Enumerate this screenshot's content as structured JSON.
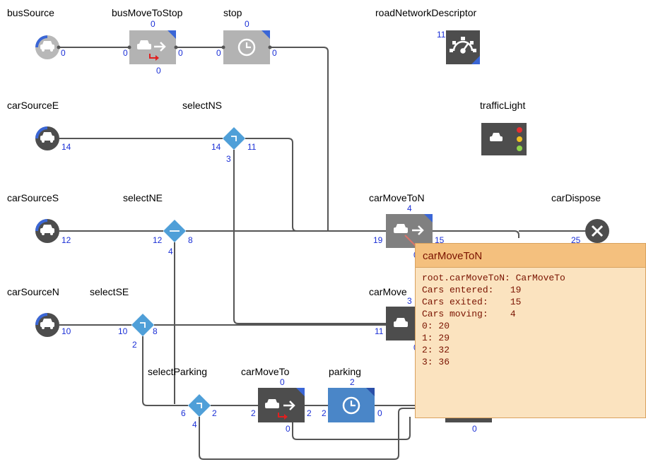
{
  "blocks": {
    "busSource": {
      "label": "busSource",
      "out": "0"
    },
    "busMoveToStop": {
      "label": "busMoveToStop",
      "top": "0",
      "in": "0",
      "out": "0",
      "bottom": "0"
    },
    "stop": {
      "label": "stop",
      "top": "0",
      "in": "0",
      "out": "0"
    },
    "roadNetworkDescriptor": {
      "label": "roadNetworkDescriptor",
      "count": "11"
    },
    "carSourceE": {
      "label": "carSourceE",
      "out": "14"
    },
    "selectNS": {
      "label": "selectNS",
      "in": "14",
      "right": "11",
      "bottom": "3"
    },
    "trafficLight": {
      "label": "trafficLight"
    },
    "carSourceS": {
      "label": "carSourceS",
      "out": "12"
    },
    "selectNE": {
      "label": "selectNE",
      "in": "12",
      "right": "8",
      "bottom": "4"
    },
    "carMoveToN": {
      "label": "carMoveToN",
      "top": "4",
      "in": "19",
      "out": "15",
      "bottom": "0"
    },
    "carDispose": {
      "label": "carDispose",
      "in": "25"
    },
    "carSourceN": {
      "label": "carSourceN",
      "out": "10"
    },
    "selectSE": {
      "label": "selectSE",
      "in": "10",
      "right": "8",
      "bottom": "2"
    },
    "carMoveToE": {
      "label": "carMove",
      "top": "3",
      "in": "11",
      "bottom": "0"
    },
    "selectParking": {
      "label": "selectParking",
      "in": "6",
      "right": "2",
      "bottom": "4"
    },
    "carMoveTo": {
      "label": "carMoveTo",
      "top": "0",
      "in": "2",
      "out": "2",
      "bottom": "0"
    },
    "parking": {
      "label": "parking",
      "top": "2",
      "in": "2",
      "out": "0"
    },
    "hiddenBlock": {
      "bottom": "0"
    }
  },
  "tooltip": {
    "title": "carMoveToN",
    "lines": [
      "root.carMoveToN: CarMoveTo",
      "Cars entered:   19",
      "Cars exited:    15",
      "Cars moving:    4",
      "0: 20",
      "1: 29",
      "2: 32",
      "3: 36"
    ]
  },
  "colors": {
    "dark_block": "#4d4d4d",
    "gray_block": "#b3b3b3",
    "diamond": "#4f9fd8",
    "parking_block": "#4a86c8",
    "count_text": "#1a2fd6",
    "tooltip_bg": "#fbe3bf",
    "tooltip_header": "#f4c07e"
  },
  "icons": {
    "source": "car-source-icon",
    "move": "car-move-icon",
    "delay": "clock-icon",
    "select": "select-diamond-icon",
    "network": "gear-icon",
    "traffic": "traffic-light-icon",
    "dispose": "close-icon"
  }
}
